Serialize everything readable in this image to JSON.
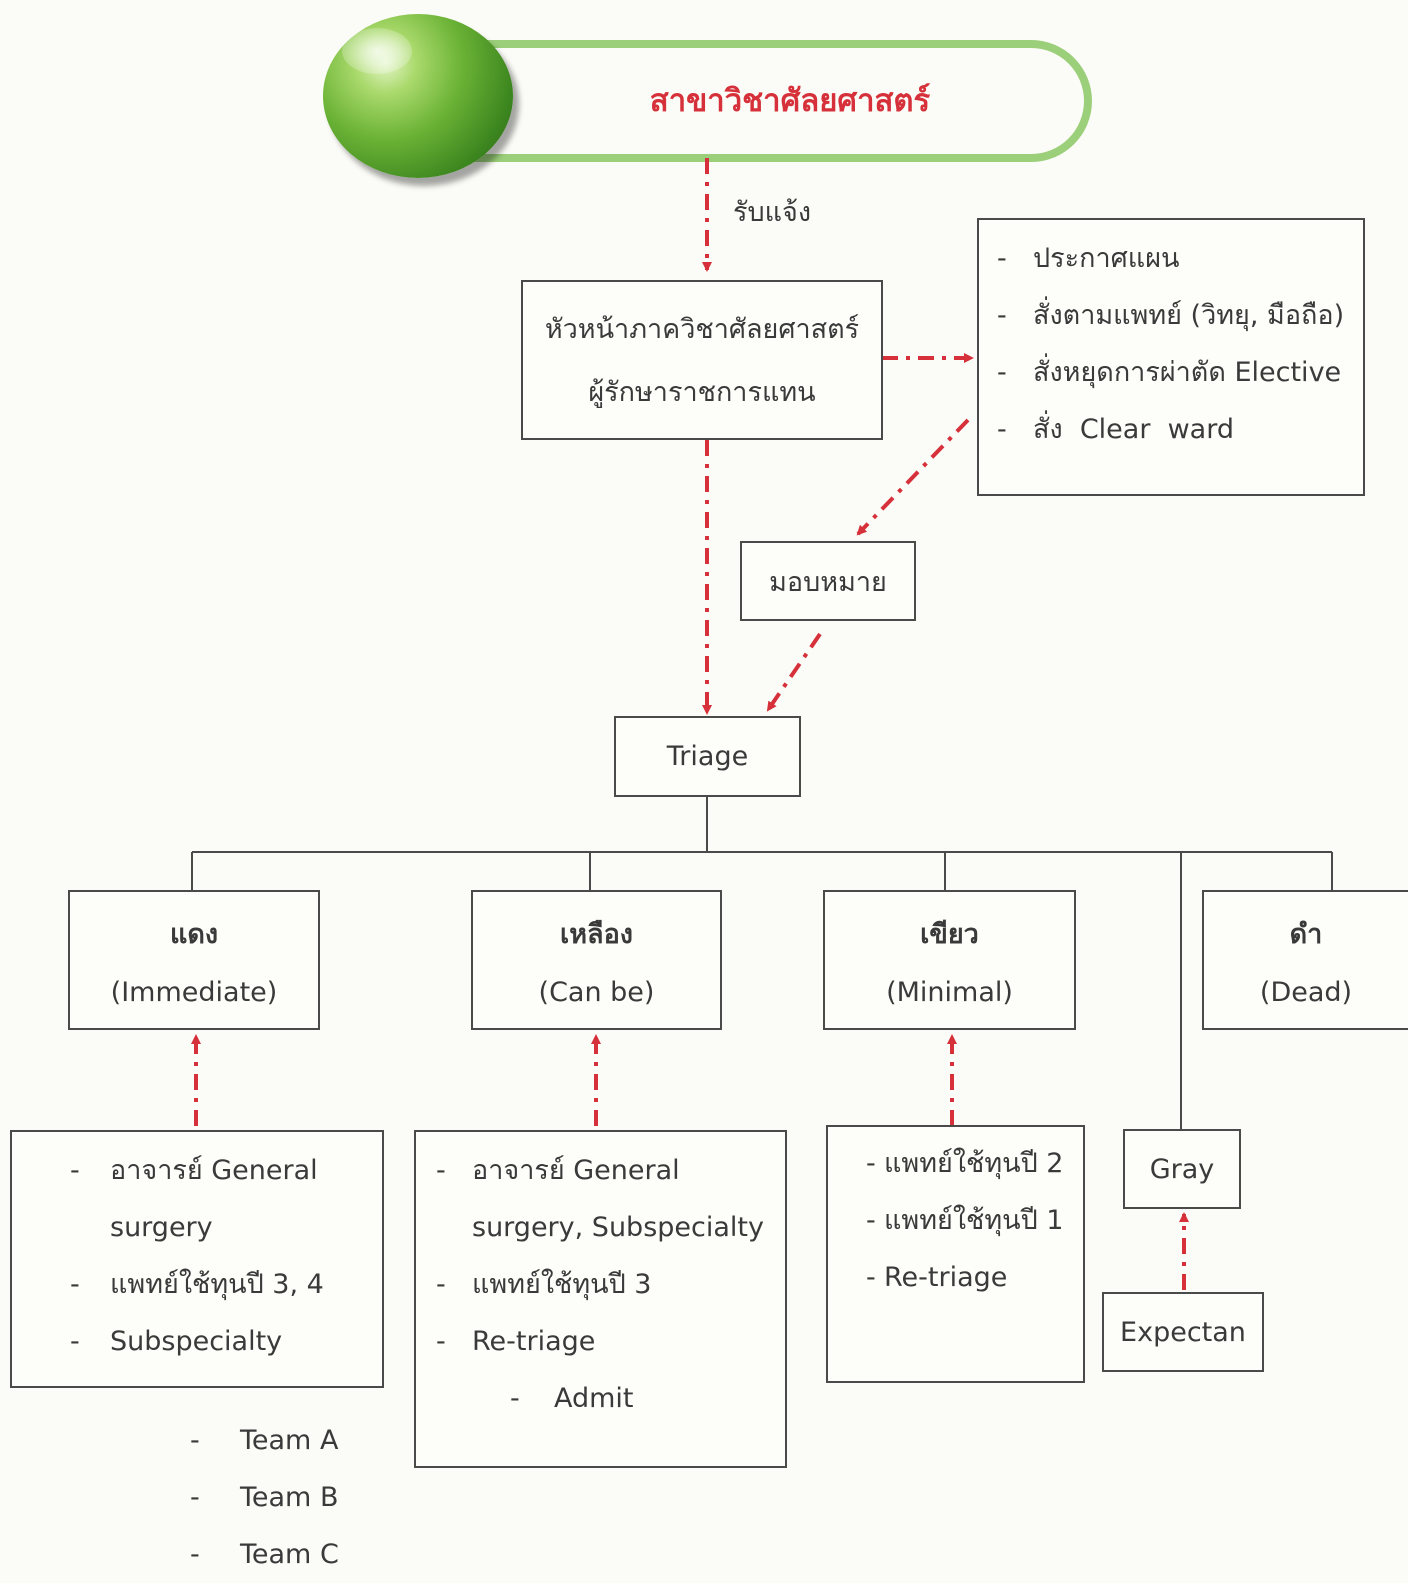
{
  "title": {
    "text": "สาขาวิชาศัลยศาสตร์",
    "color": "#d6303a"
  },
  "notify_label": "รับแจ้ง",
  "head_box": {
    "line1": "หัวหน้าภาควิชาศัลยศาสตร์",
    "line2": "ผู้รักษาราชการแทน"
  },
  "orders": {
    "items": [
      "ประกาศแผน",
      "สั่งตามแพทย์ (วิทยุ, มือถือ)",
      "สั่งหยุดการผ่าตัด Elective",
      "สั่ง  Clear  ward"
    ]
  },
  "assign_label": "มอบหมาย",
  "triage_label": "Triage",
  "categories": [
    {
      "thai": "แดง",
      "eng": "(Immediate)"
    },
    {
      "thai": "เหลือง",
      "eng": "(Can be)"
    },
    {
      "thai": "เขียว",
      "eng": "(Minimal)"
    },
    {
      "thai": "ดำ",
      "eng": "(Dead)"
    }
  ],
  "red_staff": {
    "items": [
      "อาจารย์ General",
      "surgery",
      "แพทย์ใช้ทุนปี 3, 4",
      "Subspecialty"
    ],
    "teams": [
      "Team A",
      "Team B",
      "Team C"
    ]
  },
  "yellow_staff": {
    "items": [
      "อาจารย์ General",
      "surgery, Subspecialty",
      "แพทย์ใช้ทุนปี 3",
      "Re-triage"
    ],
    "sub": "Admit"
  },
  "green_staff": {
    "items": [
      "แพทย์ใช้ทุนปี 2",
      "แพทย์ใช้ทุนปี 1",
      "Re-triage"
    ]
  },
  "gray_label": "Gray",
  "expectant_label": "Expectan",
  "colors": {
    "arrow": "#d6303a",
    "border": "#4a4a4a",
    "title_outline": "#9bcf7a",
    "orb": "#5aa62c"
  }
}
